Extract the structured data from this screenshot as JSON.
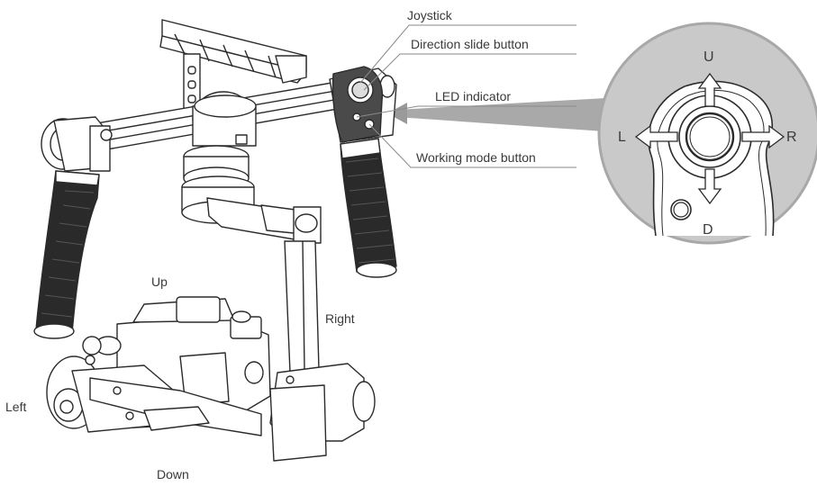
{
  "callouts": {
    "joystick": "Joystick",
    "direction_slide_button": "Direction slide button",
    "led_indicator": "LED indicator",
    "working_mode_button": "Working mode button"
  },
  "gimbal_directions": {
    "up": "Up",
    "down": "Down",
    "left": "Left",
    "right": "Right"
  },
  "zoom_directions": {
    "up": "U",
    "down": "D",
    "left": "L",
    "right": "R"
  },
  "colors": {
    "line": "#2b2b2b",
    "callout_line": "#8a8a8a",
    "zoom_circle": "#c9c9c9",
    "zoom_ring": "#9a9a9a",
    "body_fill": "#ffffff",
    "grip_fill": "#2a2a2a",
    "text": "#3a3a3a"
  }
}
